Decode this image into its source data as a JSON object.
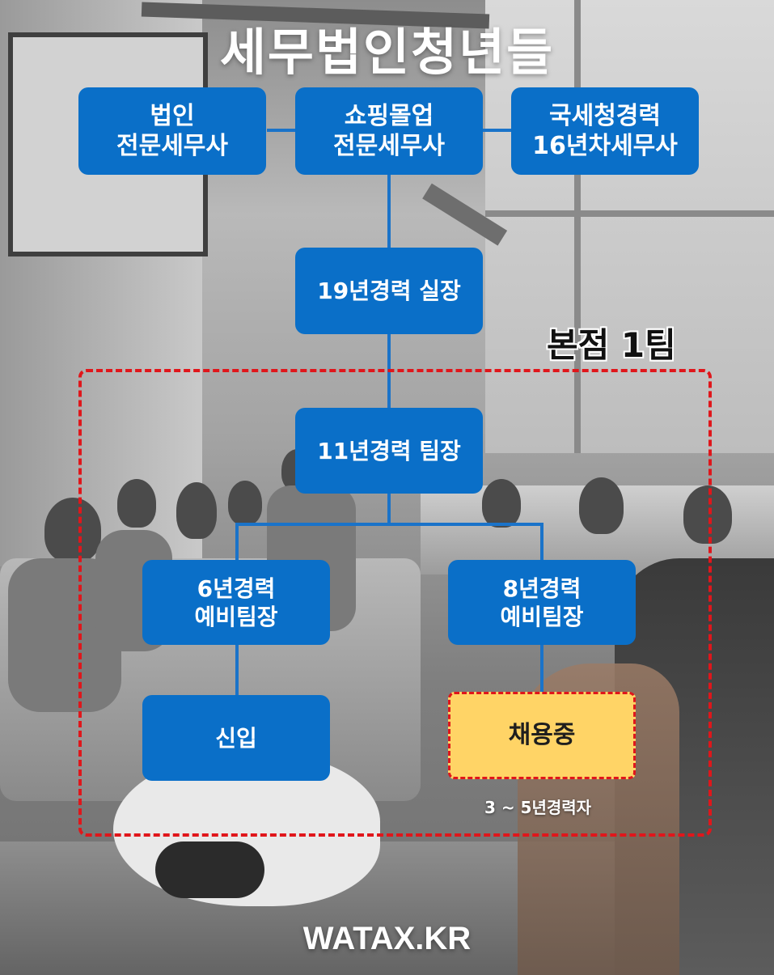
{
  "title": "세무법인청년들",
  "top_row": [
    {
      "line1": "법인",
      "line2": "전문세무사"
    },
    {
      "line1": "쇼핑몰업",
      "line2": "전문세무사"
    },
    {
      "line1": "국세청경력",
      "line2": "16년차세무사"
    }
  ],
  "director": "19년경력 실장",
  "team": {
    "label": "본점 1팀",
    "leader": "11년경력 팀장",
    "sub_leaders": [
      {
        "line1": "6년경력",
        "line2": "예비팀장"
      },
      {
        "line1": "8년경력",
        "line2": "예비팀장"
      }
    ],
    "junior": "신입",
    "hiring": "채용중",
    "hiring_note": "3 ~ 5년경력자"
  },
  "footer": "WATAX.KR",
  "colors": {
    "box": "#0a6fc8",
    "connector": "#1a73c9",
    "highlight": "#ffd466",
    "dash": "#e0161b"
  }
}
